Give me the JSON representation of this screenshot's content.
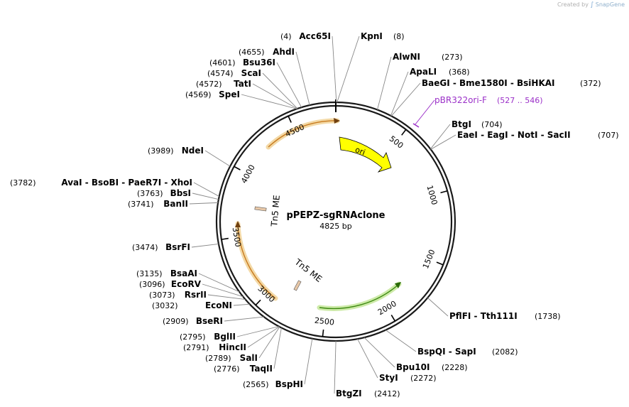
{
  "credit": {
    "prefix": "Created by",
    "brand": "SnapGene"
  },
  "plasmid": {
    "name": "pPEPZ-sgRNAclone",
    "length_label": "4825 bp",
    "length": 4825
  },
  "ticks": [
    "500",
    "1000",
    "1500",
    "2000",
    "2500",
    "3000",
    "3500",
    "4000",
    "4500"
  ],
  "primer": {
    "name": "pBR322ori-F",
    "range": "(527 .. 546)"
  },
  "features": {
    "ori": "ori",
    "tn5_me_1": "Tn5 ME",
    "tn5_me_2": "Tn5 ME"
  },
  "sites": [
    {
      "names": [
        "Acc65I"
      ],
      "pos": "(4)"
    },
    {
      "names": [
        "KpnI"
      ],
      "pos": "(8)"
    },
    {
      "names": [
        "AlwNI"
      ],
      "pos": "(273)"
    },
    {
      "names": [
        "ApaLI"
      ],
      "pos": "(368)"
    },
    {
      "names": [
        "BaeGI",
        "Bme1580I",
        "BsiHKAI"
      ],
      "pos": "(372)"
    },
    {
      "names": [
        "BtgI"
      ],
      "pos": "(704)"
    },
    {
      "names": [
        "EaeI",
        "EagI",
        "NotI",
        "SacII"
      ],
      "pos": "(707)"
    },
    {
      "names": [
        "PflFI",
        "Tth111I"
      ],
      "pos": "(1738)"
    },
    {
      "names": [
        "BspQI",
        "SapI"
      ],
      "pos": "(2082)"
    },
    {
      "names": [
        "Bpu10I"
      ],
      "pos": "(2228)"
    },
    {
      "names": [
        "StyI"
      ],
      "pos": "(2272)"
    },
    {
      "names": [
        "BtgZI"
      ],
      "pos": "(2412)"
    },
    {
      "names": [
        "BspHI"
      ],
      "pos": "(2565)"
    },
    {
      "names": [
        "TaqII"
      ],
      "pos": "(2776)"
    },
    {
      "names": [
        "SalI"
      ],
      "pos": "(2789)"
    },
    {
      "names": [
        "HincII"
      ],
      "pos": "(2791)"
    },
    {
      "names": [
        "BglII"
      ],
      "pos": "(2795)"
    },
    {
      "names": [
        "BseRI"
      ],
      "pos": "(2909)"
    },
    {
      "names": [
        "EcoNI"
      ],
      "pos": "(3032)"
    },
    {
      "names": [
        "RsrII"
      ],
      "pos": "(3073)"
    },
    {
      "names": [
        "EcoRV"
      ],
      "pos": "(3096)"
    },
    {
      "names": [
        "BsaAI"
      ],
      "pos": "(3135)"
    },
    {
      "names": [
        "BsrFI"
      ],
      "pos": "(3474)"
    },
    {
      "names": [
        "BanII"
      ],
      "pos": "(3741)"
    },
    {
      "names": [
        "BbsI"
      ],
      "pos": "(3763)"
    },
    {
      "names": [
        "AvaI",
        "BsoBI",
        "PaeR7I",
        "XhoI"
      ],
      "pos": "(3782)"
    },
    {
      "names": [
        "NdeI"
      ],
      "pos": "(3989)"
    },
    {
      "names": [
        "SpeI"
      ],
      "pos": "(4569)"
    },
    {
      "names": [
        "TatI"
      ],
      "pos": "(4572)"
    },
    {
      "names": [
        "ScaI"
      ],
      "pos": "(4574)"
    },
    {
      "names": [
        "Bsu36I"
      ],
      "pos": "(4601)"
    },
    {
      "names": [
        "AhdI"
      ],
      "pos": "(4655)"
    }
  ],
  "colors": {
    "backbone": "#1a1a1a",
    "primer": "#9b30c8",
    "ori": "#ffff00",
    "orange_arrow": "#e0a030",
    "green_arrow": "#7fc030",
    "tn5": "#e8c8a8"
  }
}
